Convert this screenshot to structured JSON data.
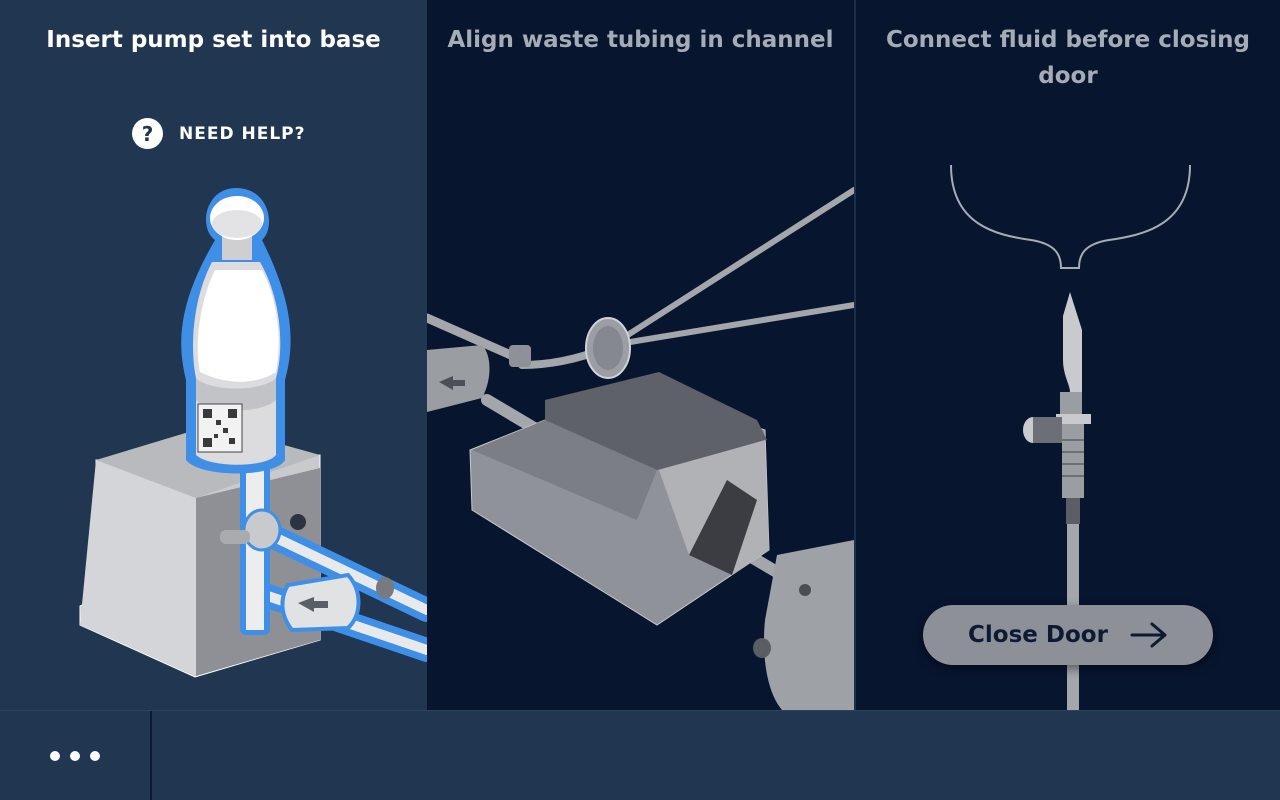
{
  "steps": [
    {
      "title": "Insert pump set into base",
      "active": true
    },
    {
      "title": "Align waste tubing in channel",
      "active": false
    },
    {
      "title": "Connect fluid before closing door",
      "active": false
    }
  ],
  "help": {
    "label": "NEED HELP?",
    "icon": "question-mark-icon"
  },
  "actions": {
    "close_door_label": "Close Door",
    "close_door_icon": "arrow-right-icon"
  },
  "bottom_bar": {
    "menu_icon": "more-horizontal-icon"
  },
  "colors": {
    "active_panel_bg": "#213650",
    "inactive_panel_bg": "#08152f",
    "highlight_blue": "#3f8fe6",
    "button_gray": "#8d9197",
    "active_title": "#ffffff",
    "inactive_title": "#a6acb5"
  }
}
